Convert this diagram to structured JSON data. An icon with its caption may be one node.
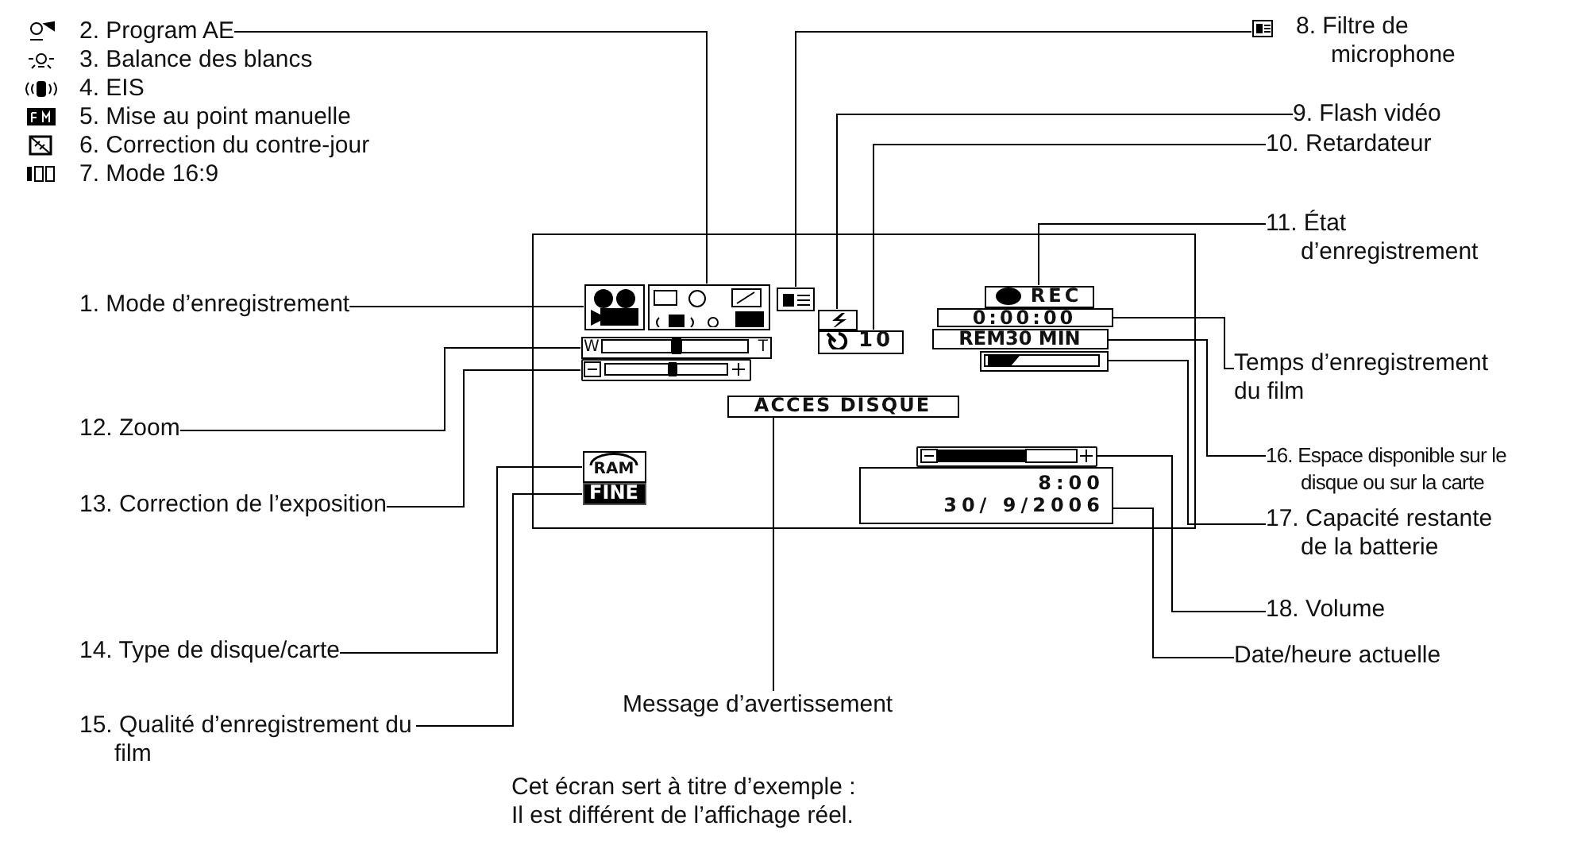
{
  "diagram": {
    "nodes": [
      {
        "text": [],
        "shape": "box"
      },
      {
        "text": [
          "1. Mode d’enregistrement"
        ]
      },
      {
        "text": [],
        "shape": "box",
        "in": 0
      },
      {
        "text": [
          "2. Program AE"
        ]
      },
      {
        "text": [],
        "shape": "box",
        "in": 0
      },
      {
        "text": [
          "8. Filtre de microphone"
        ]
      },
      {
        "text": [],
        "shape": "box",
        "in": 0
      },
      {
        "text": [
          "9. Flash vidéo"
        ]
      },
      {
        "text": [],
        "shape": "box",
        "in": 0
      },
      {
        "text": [
          "10. Retardateur"
        ]
      },
      {
        "text": [
          "10"
        ],
        "in": 0
      },
      {
        "text": [
          "11. État d’enregistrement"
        ]
      },
      {
        "text": [
          "REC"
        ],
        "in": 0
      },
      {
        "text": [
          "Temps d’enregistrement du film"
        ]
      },
      {
        "text": [
          "0:00:00"
        ],
        "in": 0
      },
      {
        "text": [
          "16. Espace disponible sur le disque ou sur la carte"
        ]
      },
      {
        "text": [
          "REM30 MIN"
        ],
        "in": 0
      },
      {
        "text": [
          "17. Capacité restante de la batterie"
        ]
      },
      {
        "text": [],
        "shape": "box",
        "in": 0
      },
      {
        "text": [
          "18. Volume"
        ]
      },
      {
        "text": [],
        "shape": "bar",
        "in": 0
      },
      {
        "text": [
          "Date/heure actuelle"
        ]
      },
      {
        "text": [
          "8:00",
          "30/ 9/2006"
        ],
        "in": 0
      },
      {
        "text": [
          "12. Zoom"
        ]
      },
      {
        "text": [
          "W",
          "T"
        ],
        "in": 0
      },
      {
        "text": [
          "13. Correction de l’exposition"
        ]
      },
      {
        "text": [],
        "shape": "bar",
        "in": 0
      },
      {
        "text": [
          "14. Type de disque/carte"
        ]
      },
      {
        "text": [
          "RAM"
        ],
        "in": 0
      },
      {
        "text": [
          "15. Qualité d’enregistrement du film"
        ]
      },
      {
        "text": [
          "FINE"
        ],
        "in": 0
      },
      {
        "text": [
          "Message d’avertissement"
        ]
      },
      {
        "text": [
          "ACCES DISQUE"
        ],
        "in": 0
      }
    ],
    "edges": [
      {
        "from": 1,
        "to": 2,
        "arrow": "none"
      },
      {
        "from": 3,
        "to": 4,
        "arrow": "none"
      },
      {
        "from": 5,
        "to": 6,
        "arrow": "none"
      },
      {
        "from": 7,
        "to": 8,
        "arrow": "none"
      },
      {
        "from": 9,
        "to": 10,
        "arrow": "none"
      },
      {
        "from": 11,
        "to": 12,
        "arrow": "none"
      },
      {
        "from": 13,
        "to": 14,
        "arrow": "none"
      },
      {
        "from": 15,
        "to": 16,
        "arrow": "none"
      },
      {
        "from": 17,
        "to": 18,
        "arrow": "none"
      },
      {
        "from": 19,
        "to": 20,
        "arrow": "none"
      },
      {
        "from": 21,
        "to": 22,
        "arrow": "none"
      },
      {
        "from": 23,
        "to": 24,
        "arrow": "none"
      },
      {
        "from": 25,
        "to": 26,
        "arrow": "none"
      },
      {
        "from": 27,
        "to": 28,
        "arrow": "none"
      },
      {
        "from": 29,
        "to": 30,
        "arrow": "none"
      },
      {
        "from": 31,
        "to": 32,
        "arrow": "none"
      }
    ],
    "labels": [
      "3. Balance des blancs",
      "4. EIS",
      "5. Mise au point manuelle",
      "6. Correction du contre-jour",
      "7. Mode 16:9"
    ],
    "caption": "Cet écran sert à titre d’exemple : Il est différent de l’affichage réel."
  }
}
